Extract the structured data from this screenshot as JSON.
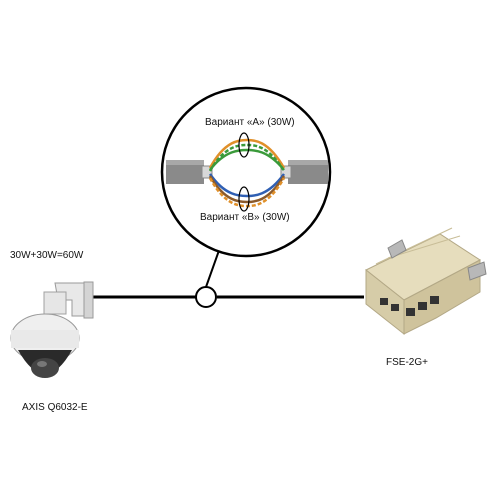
{
  "labels": {
    "power_total": "30W+30W=60W",
    "camera_model": "AXIS Q6032-E",
    "injector_model": "FSE-2G+",
    "variant_a": "Вариант «А» (30W)",
    "variant_b": "Вариант «В» (30W)"
  },
  "icons": {
    "camera": "ptz-dome-camera-icon",
    "injector": "poe-injector-device-icon",
    "cable": "ethernet-cable-icon"
  },
  "colors": {
    "line": "#000000",
    "pair_green": "#3a9a3a",
    "pair_orange": "#e0902a",
    "pair_blue": "#2f5fb3",
    "pair_brown": "#8b5a2b",
    "jacket": "#8a8a8a"
  }
}
